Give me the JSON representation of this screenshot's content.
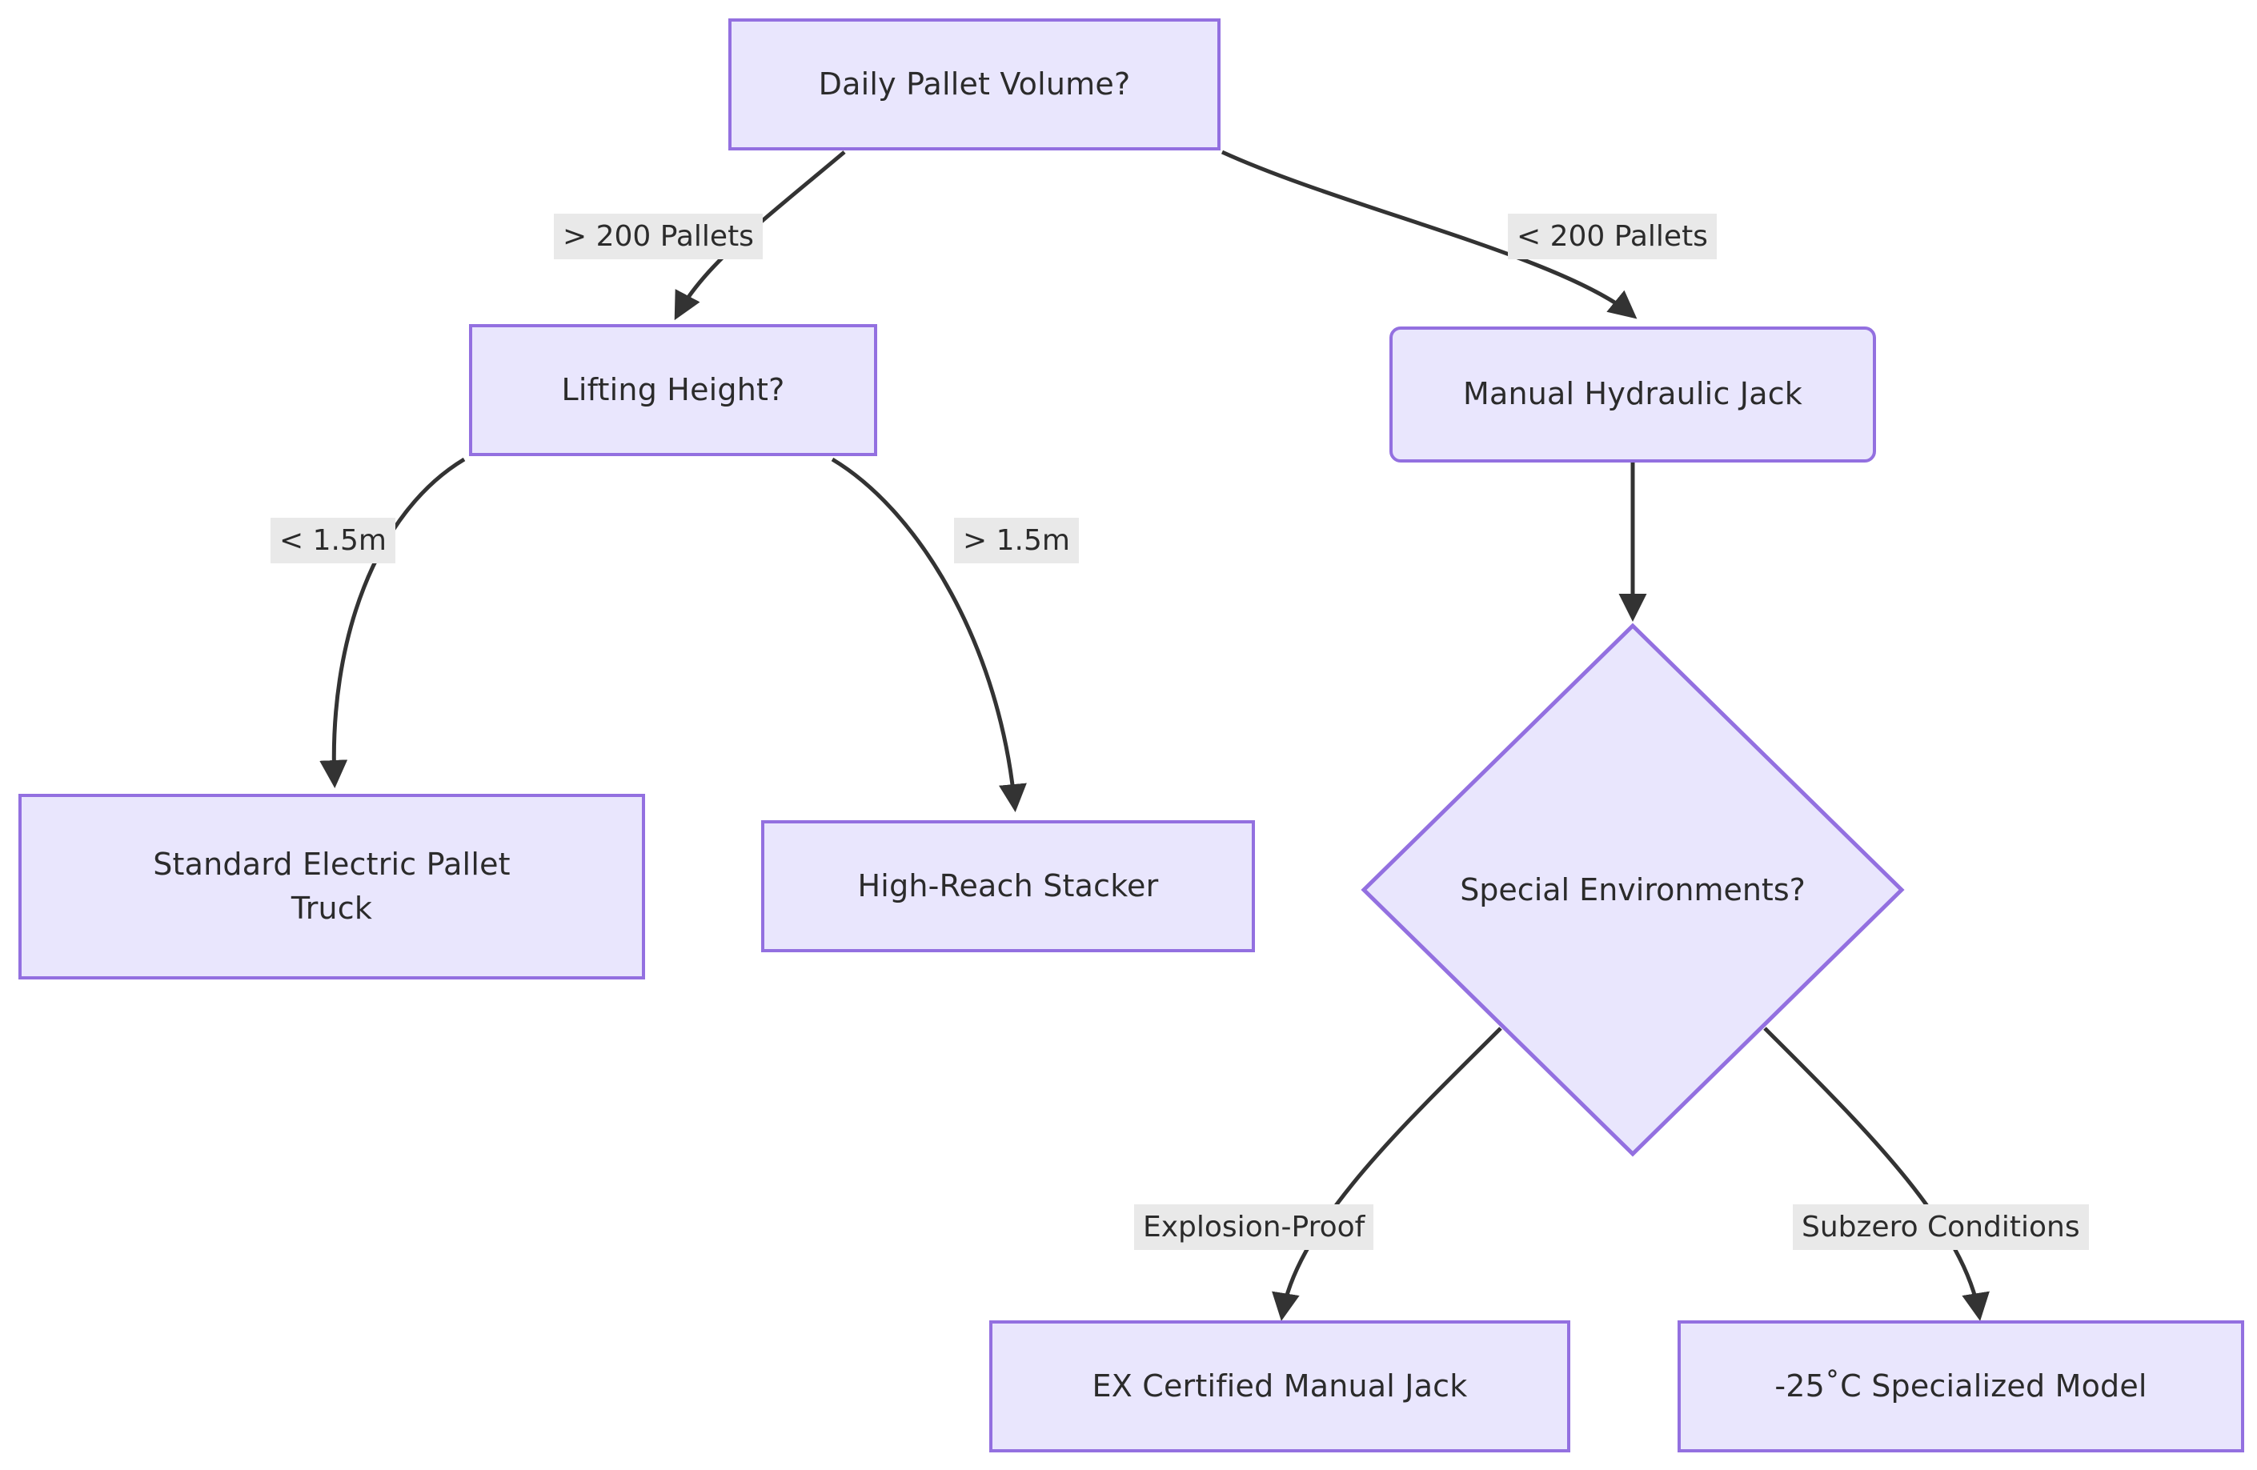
{
  "diagram": {
    "type": "flowchart",
    "title": "",
    "orientation": "top-down",
    "theme": {
      "node_fill": "#e9e6fd",
      "node_stroke": "#9370e0",
      "node_text": "#2b2b2b",
      "edge_stroke": "#333333",
      "edge_label_bg": "#e9e9e9",
      "background": "#ffffff"
    },
    "nodes": [
      {
        "id": "root",
        "label": "Daily Pallet Volume?",
        "shape": "rect"
      },
      {
        "id": "lifting",
        "label": "Lifting Height?",
        "shape": "rect"
      },
      {
        "id": "manual",
        "label": "Manual Hydraulic Jack",
        "shape": "rounded-rect"
      },
      {
        "id": "standard",
        "label": "Standard Electric Pallet\nTruck",
        "shape": "rect"
      },
      {
        "id": "stacker",
        "label": "High-Reach Stacker",
        "shape": "rect"
      },
      {
        "id": "special",
        "label": "Special Environments?",
        "shape": "diamond"
      },
      {
        "id": "excert",
        "label": "EX Certified Manual Jack",
        "shape": "rect"
      },
      {
        "id": "subzero",
        "label": "-25˚C Specialized Model",
        "shape": "rect"
      }
    ],
    "edges": [
      {
        "from": "root",
        "to": "lifting",
        "label": "> 200 Pallets"
      },
      {
        "from": "root",
        "to": "manual",
        "label": "< 200 Pallets"
      },
      {
        "from": "lifting",
        "to": "standard",
        "label": "< 1.5m"
      },
      {
        "from": "lifting",
        "to": "stacker",
        "label": "> 1.5m"
      },
      {
        "from": "manual",
        "to": "special",
        "label": ""
      },
      {
        "from": "special",
        "to": "excert",
        "label": "Explosion-Proof"
      },
      {
        "from": "special",
        "to": "subzero",
        "label": "Subzero Conditions"
      }
    ]
  }
}
